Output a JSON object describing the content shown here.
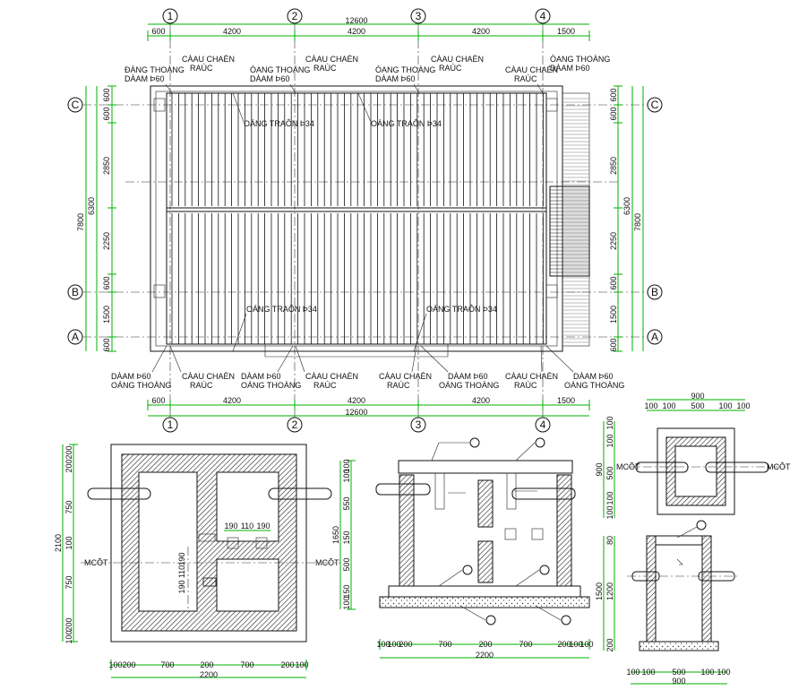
{
  "plan": {
    "axes_top": [
      "1",
      "2",
      "3",
      "4"
    ],
    "axes_side": [
      "C",
      "B",
      "A"
    ],
    "dims_top": [
      "600",
      "4200",
      "4200",
      "4200",
      "1500"
    ],
    "dim_total": "12600",
    "dims_left": [
      "600",
      "600",
      "2850",
      "2250",
      "600",
      "1500",
      "600"
    ],
    "dims_left_group": [
      "6300",
      "7800"
    ],
    "dims_right": [
      "600",
      "600",
      "2850",
      "2250",
      "600",
      "1500",
      "600"
    ],
    "dims_right_group": [
      "6300",
      "7800"
    ],
    "labels_top": [
      {
        "l1": "ĐÀNG THOÀNG",
        "l2": "DÀAM Þ60"
      },
      {
        "l1": "CÀAU CHAÈN",
        "l2": "RAÙC"
      },
      {
        "l1": "ÒANG THOÀNG",
        "l2": "DÀAM Þ60"
      },
      {
        "l1": "CÀAU CHAÈN",
        "l2": "RAÙC"
      },
      {
        "l1": "ÒANG THOÀNG",
        "l2": "DÀAM Þ60"
      },
      {
        "l1": "CÀAU CHAÈN",
        "l2": "RAÙC"
      },
      {
        "l1": "CÀAU CHAÈN",
        "l2": "RAÙC"
      },
      {
        "l1": "ÒANG THOÀNG",
        "l2": "DÀAM Þ60"
      }
    ],
    "labels_pipe": [
      "OÁNG TRAÔN Þ34",
      "OÁNG TRAÔN Þ34",
      "OÁNG TRAÔN Þ34",
      "OÁNG TRAÔN Þ34"
    ],
    "labels_bottom": [
      {
        "l1": "DÀAM Þ60",
        "l2": "OÁNG THOÀNG"
      },
      {
        "l1": "CÀAU CHAÈN",
        "l2": "RAÙC"
      },
      {
        "l1": "DÀAM Þ60",
        "l2": "OÁNG THOÀNG"
      },
      {
        "l1": "CÀAU CHAÈN",
        "l2": "RAÙC"
      },
      {
        "l1": "CÀAU CHAÈN",
        "l2": "RAÙC"
      },
      {
        "l1": "DÀAM Þ60",
        "l2": "OÁNG THOÀNG"
      },
      {
        "l1": "CÀAU CHAÈN",
        "l2": "RAÙC"
      },
      {
        "l1": "DÀAM Þ60",
        "l2": "OÁNG THOÀNG"
      }
    ]
  },
  "tank_plan": {
    "dims_v": [
      "200",
      "200",
      "750",
      "100",
      "750",
      "200",
      "100"
    ],
    "dim_total_v": "2100",
    "dims_h": [
      "100",
      "200",
      "700",
      "200",
      "700",
      "200",
      "100"
    ],
    "dim_total_h": "2200",
    "inner_h": [
      "190",
      "110",
      "190"
    ],
    "inner_v": [
      "190",
      "110",
      "190"
    ],
    "pipe_label_left": "MCÕT",
    "pipe_label_right": "MCÕT"
  },
  "tank_section": {
    "dims_v": [
      "100",
      "100",
      "550",
      "150",
      "500",
      "150",
      "100"
    ],
    "dim_total_v": "1650",
    "dims_h": [
      "100",
      "100",
      "200",
      "700",
      "200",
      "700",
      "200",
      "100",
      "100"
    ],
    "dim_total_h": "2200"
  },
  "manhole_plan": {
    "dims_h": [
      "100",
      "100",
      "500",
      "100",
      "100"
    ],
    "dim_total": "900",
    "dims_v": [
      "100",
      "100",
      "500",
      "100",
      "100"
    ],
    "dim_total_v": "900",
    "pipe_label_left": "MCÕT",
    "pipe_label_right": "MCÕT"
  },
  "manhole_section": {
    "dims_v": [
      "80",
      "1200",
      "200"
    ],
    "dim_total_v": "1500",
    "dims_h": [
      "100",
      "100",
      "500",
      "100",
      "100"
    ],
    "dim_total": "900"
  }
}
